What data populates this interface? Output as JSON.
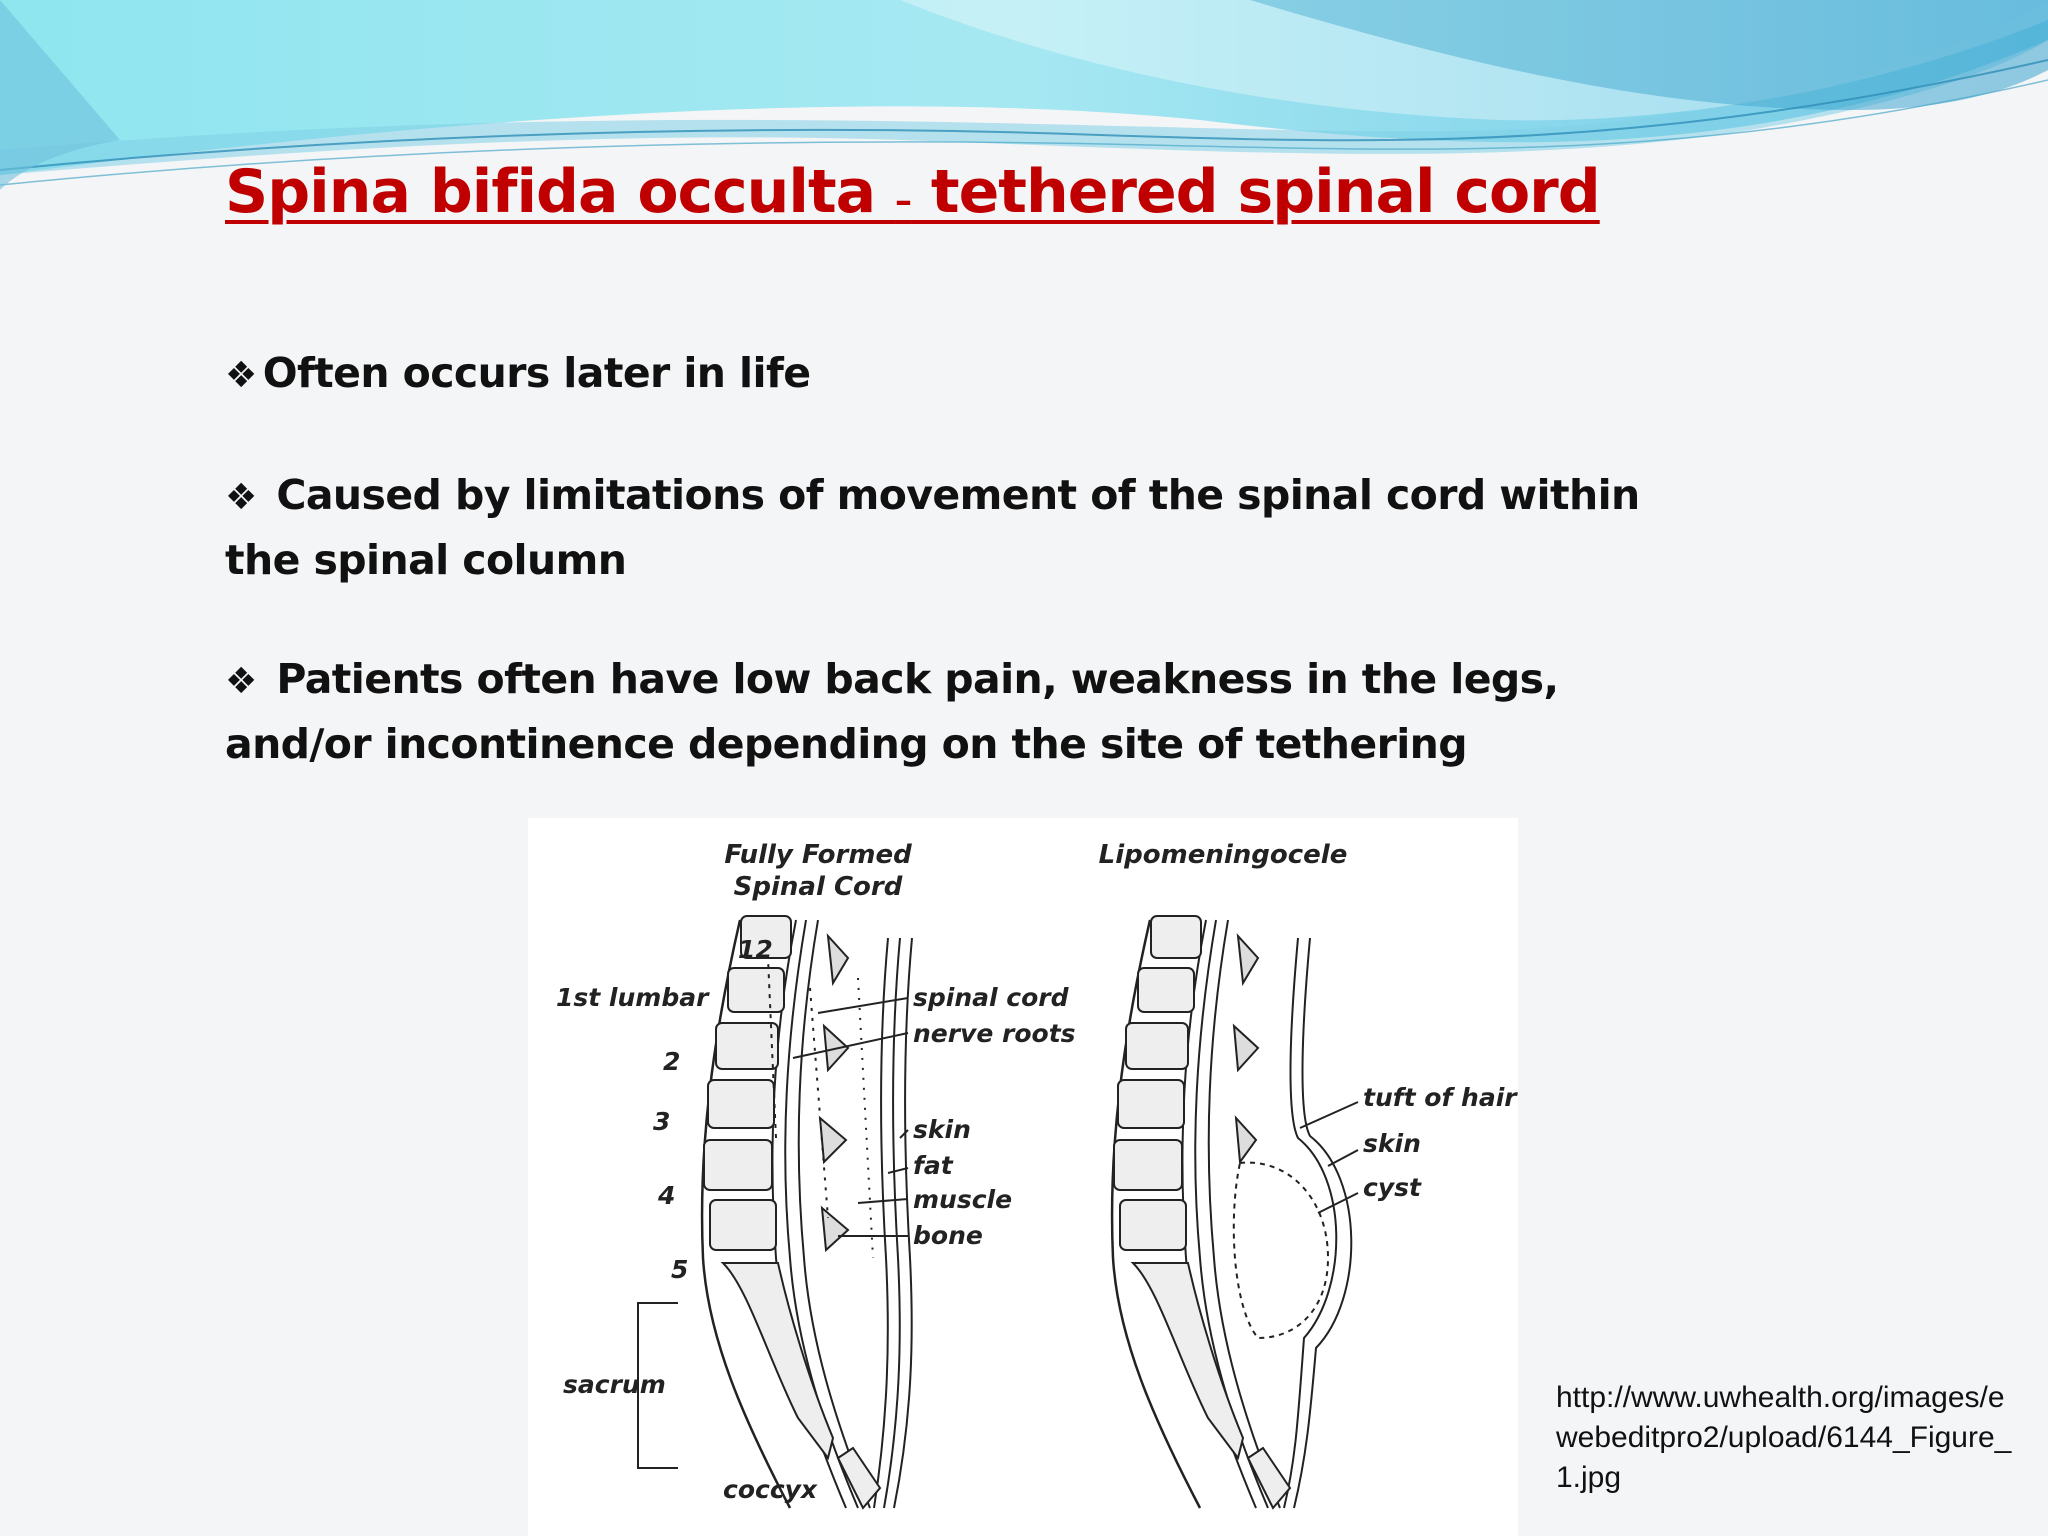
{
  "slide": {
    "title_part1": "Spina bifida occulta ",
    "title_dash": "–",
    "title_part2": " tethered spinal cord",
    "bullet_symbol": "❖",
    "bullets": [
      "Often occurs later in life",
      "Caused by limitations of movement of the spinal cord within the spinal column",
      "Patients often have low back pain, weakness in the legs, and/or incontinence depending on the site of tethering"
    ],
    "source": "http://www.uwhealth.org/images/ewebeditpro2/upload/6144_Figure_1.jpg"
  },
  "figure": {
    "left_title_line1": "Fully Formed",
    "left_title_line2": "Spinal Cord",
    "right_title": "Lipomeningocele",
    "vertebra_labels": {
      "v12": "12",
      "l1": "1st lumbar",
      "l2": "2",
      "l3": "3",
      "l4": "4",
      "l5": "5"
    },
    "left_labels": {
      "spinal_cord": "spinal cord",
      "nerve_roots": "nerve roots",
      "skin": "skin",
      "fat": "fat",
      "muscle": "muscle",
      "bone": "bone",
      "sacrum": "sacrum",
      "coccyx": "coccyx"
    },
    "right_labels": {
      "tuft_of_hair": "tuft of hair",
      "skin": "skin",
      "cyst": "cyst"
    }
  },
  "colors": {
    "title": "#c00000",
    "text": "#111111",
    "wave_light": "#8fe3ee",
    "wave_mid": "#6cc4e0",
    "wave_dark": "#3aa0c8"
  }
}
